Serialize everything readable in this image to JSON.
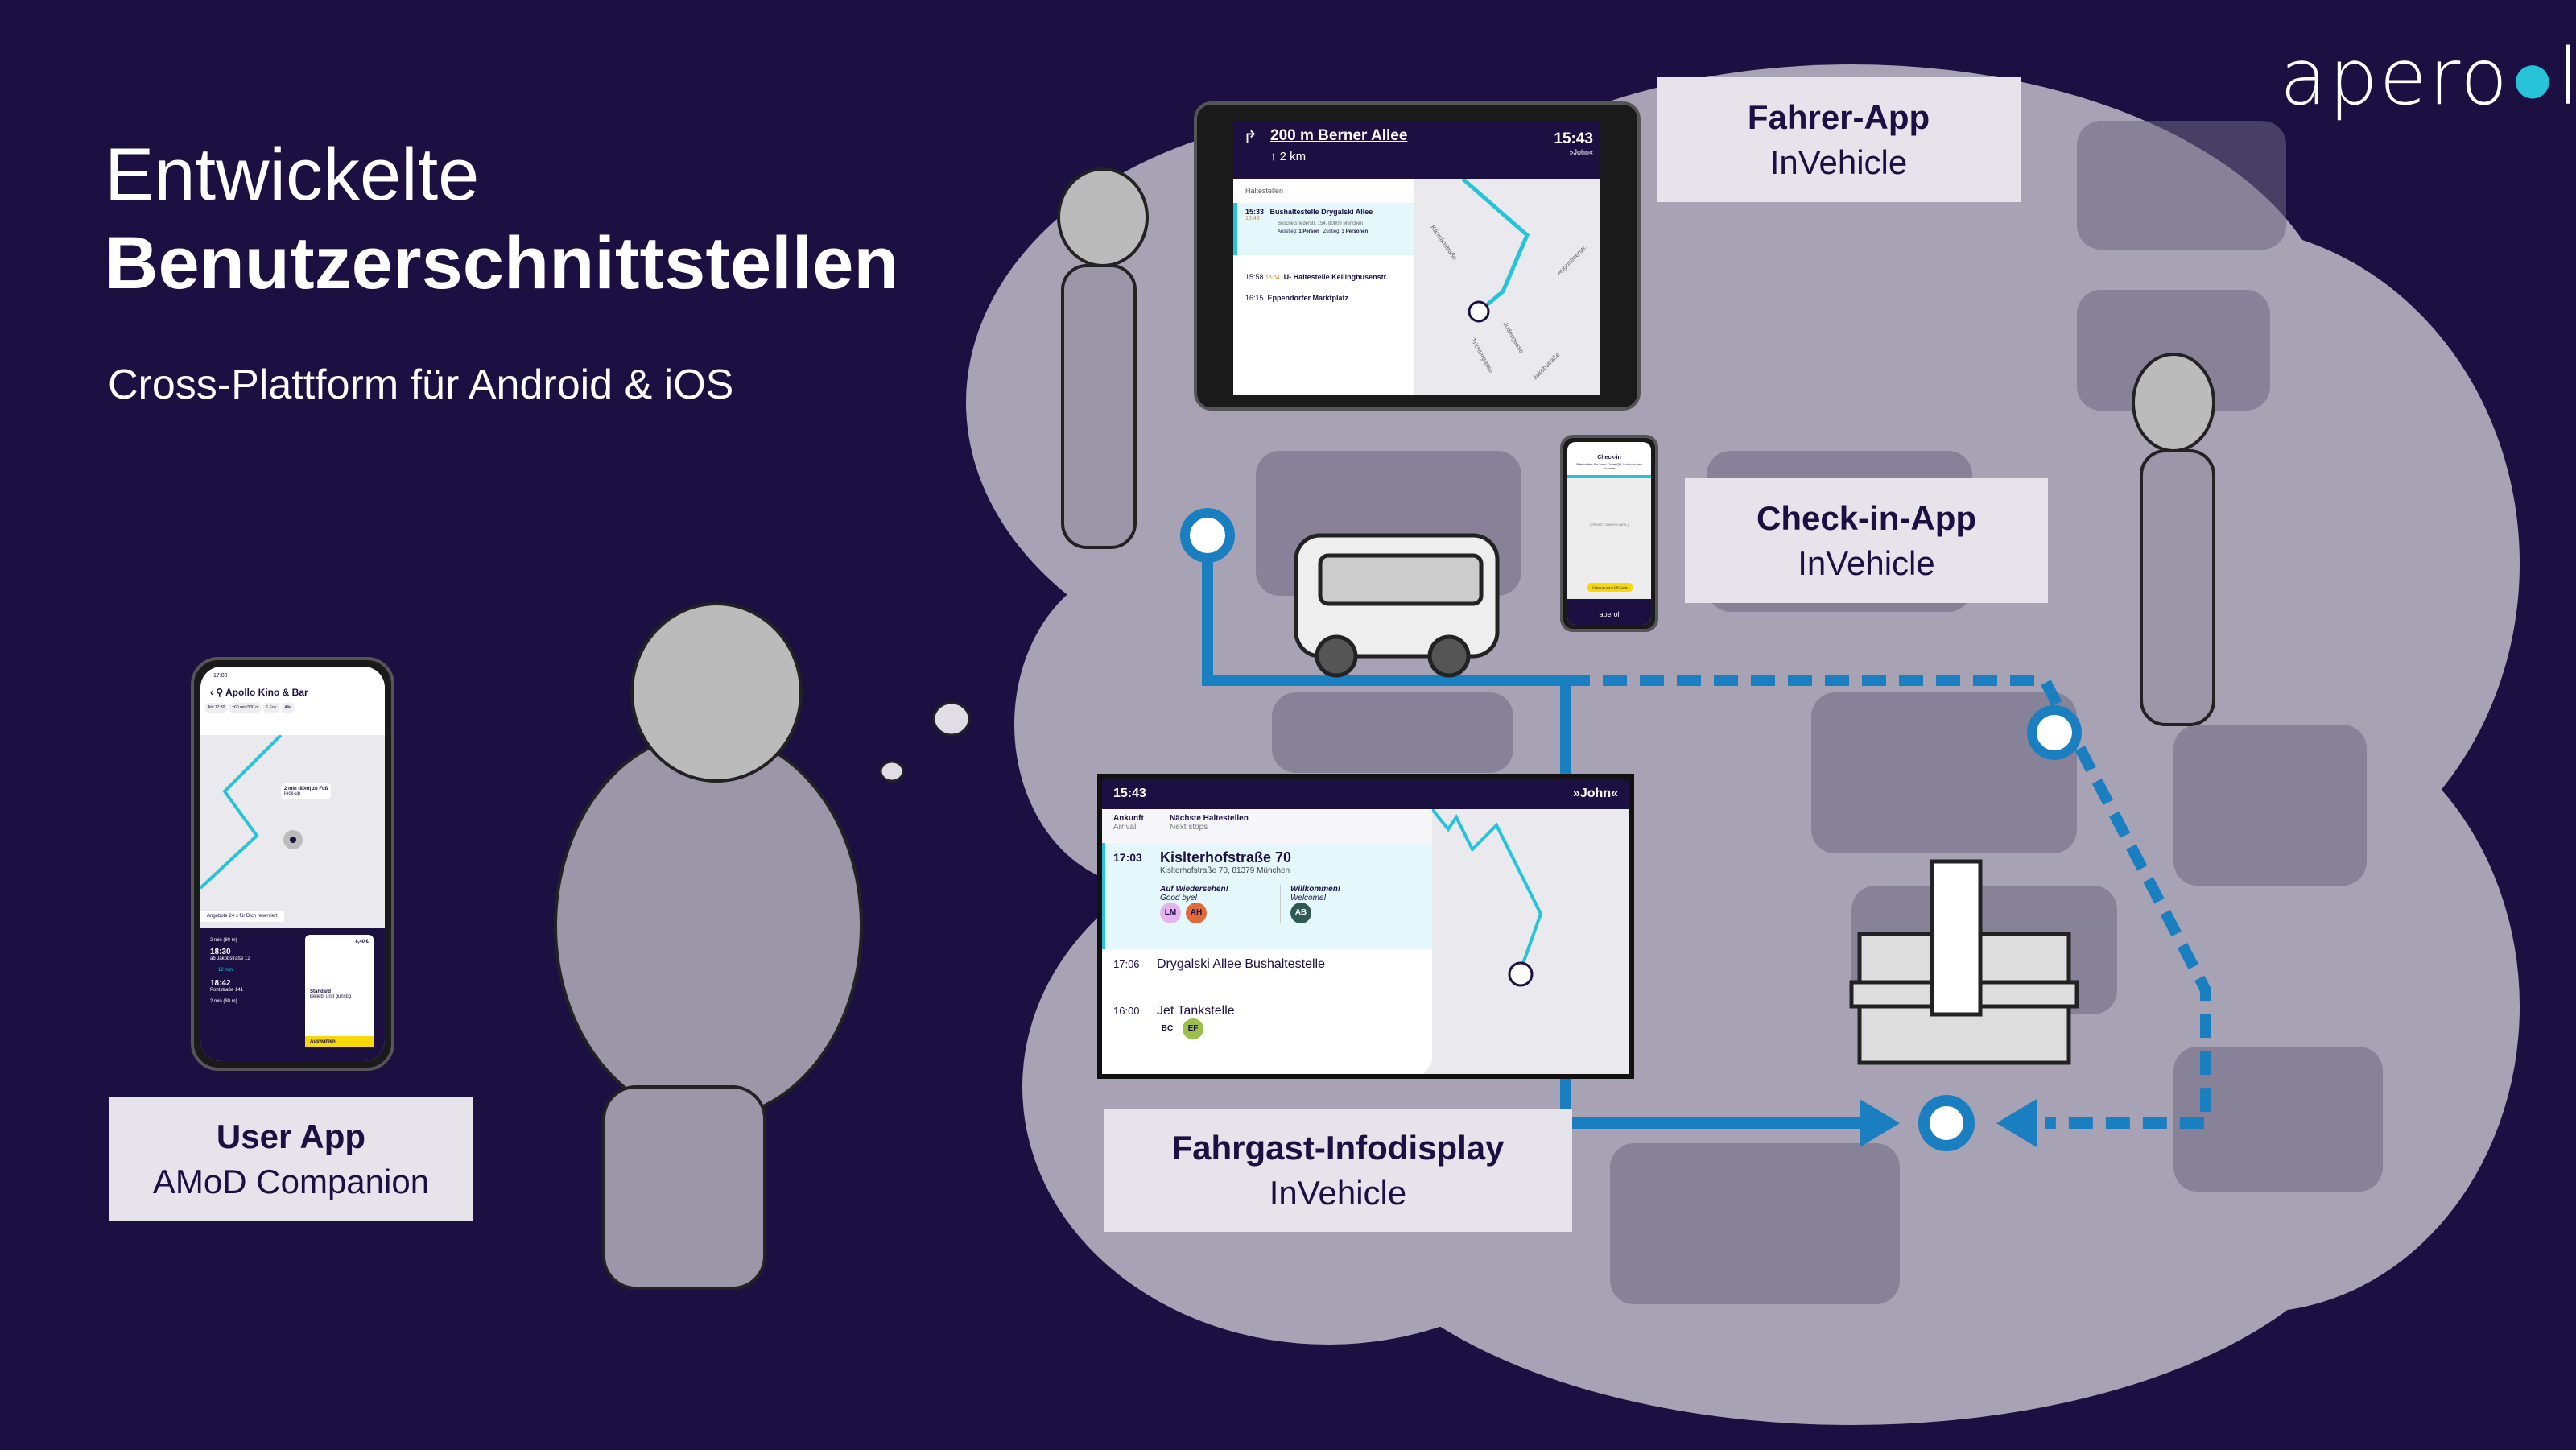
{
  "slide": {
    "title_line1": "Entwickelte",
    "title_line2": "Benutzerschnittstellen",
    "subtitle": "Cross-Plattform für Android & iOS",
    "logo": "aperol"
  },
  "labels": {
    "driver": {
      "name": "Fahrer-App",
      "sub": "InVehicle"
    },
    "checkin": {
      "name": "Check-in-App",
      "sub": "InVehicle"
    },
    "passenger": {
      "name": "Fahrgast-Infodisplay",
      "sub": "InVehicle"
    },
    "user": {
      "name": "User App",
      "sub": "AMoD Companion"
    }
  },
  "driver_app": {
    "instruction": "200 m Berner Allee",
    "distance": "2 km",
    "time": "15:43",
    "driver": "»John«",
    "list_header": "Haltestellen",
    "stops": [
      {
        "time": "15:33",
        "eta": "15:46",
        "name": "Bushaltestelle Drygalski Allee",
        "address": "Boschetsriederstr. 154, 80809 München",
        "out_label": "Ausstieg",
        "out": "1 Person",
        "in_label": "Zustieg",
        "in": "3 Personen"
      },
      {
        "time": "15:58",
        "eta": "16:04",
        "name": "U- Haltestelle Kellinghusenstr."
      },
      {
        "time": "16:15",
        "name": "Eppendorfer Marktplatz"
      }
    ],
    "streets": [
      "Kármánstraße",
      "Judengasse",
      "Trichtergasse",
      "Jakobstraße",
      "Augustinerstr."
    ]
  },
  "checkin_app": {
    "title": "Check-in",
    "instruction": "Bitte halten Sie Ihren Ticket QR-Code vor den Scanner",
    "camera": "[ FRONT CAMERA VIEW ]",
    "button": "Check-in ohne QR-Code",
    "logo": "aperol"
  },
  "passenger_display": {
    "time": "15:43",
    "driver": "»John«",
    "col1": "Ankunft",
    "col1_en": "Arrival",
    "col2": "Nächste Haltestellen",
    "col2_en": "Next stops",
    "stops": [
      {
        "time": "17:03",
        "name": "Kislterhofstraße 70",
        "address": "Kislterhofstraße 70, 81379 München",
        "bye": "Auf Wiedersehen!",
        "bye_en": "Good bye!",
        "bye_people": [
          "LM",
          "AH"
        ],
        "welcome": "Willkommen!",
        "welcome_en": "Welcome!",
        "welcome_people": [
          "AB"
        ]
      },
      {
        "time": "17:06",
        "name": "Drygalski Allee Bushaltestelle"
      },
      {
        "time": "16:00",
        "name": "Jet Tankstelle",
        "people": [
          "BC",
          "EF"
        ]
      }
    ]
  },
  "user_app": {
    "status_time": "17:00",
    "destination": "Apollo Kino & Bar",
    "chips": [
      "Abf 17:30",
      "±60 min/300 m",
      "1 Erw.",
      "Alle"
    ],
    "walk_bubble": "2 min (80m) zu Fuß",
    "walk_sub": "Pick-up",
    "reserve": "Angebote 24 s für Dich reserviert",
    "walk1": "2 min (80 m)",
    "dep_time": "18:30",
    "dep_place": "ab Jakobstraße 12",
    "ride": "12 min",
    "arr_time": "18:42",
    "arr_place": "Pontstraße 141",
    "walk2": "2 min (80 m)",
    "price": "8,40 €",
    "option": "Standard",
    "option_sub": "Beliebt und günstig",
    "select": "Auswählen"
  },
  "colors": {
    "background": "#1c0f42",
    "cloud": "#a8a2b5",
    "route": "#1a7fc0",
    "accent": "#27c3d8",
    "label_bg": "#e6e3ea",
    "yellow": "#f5d90a"
  }
}
